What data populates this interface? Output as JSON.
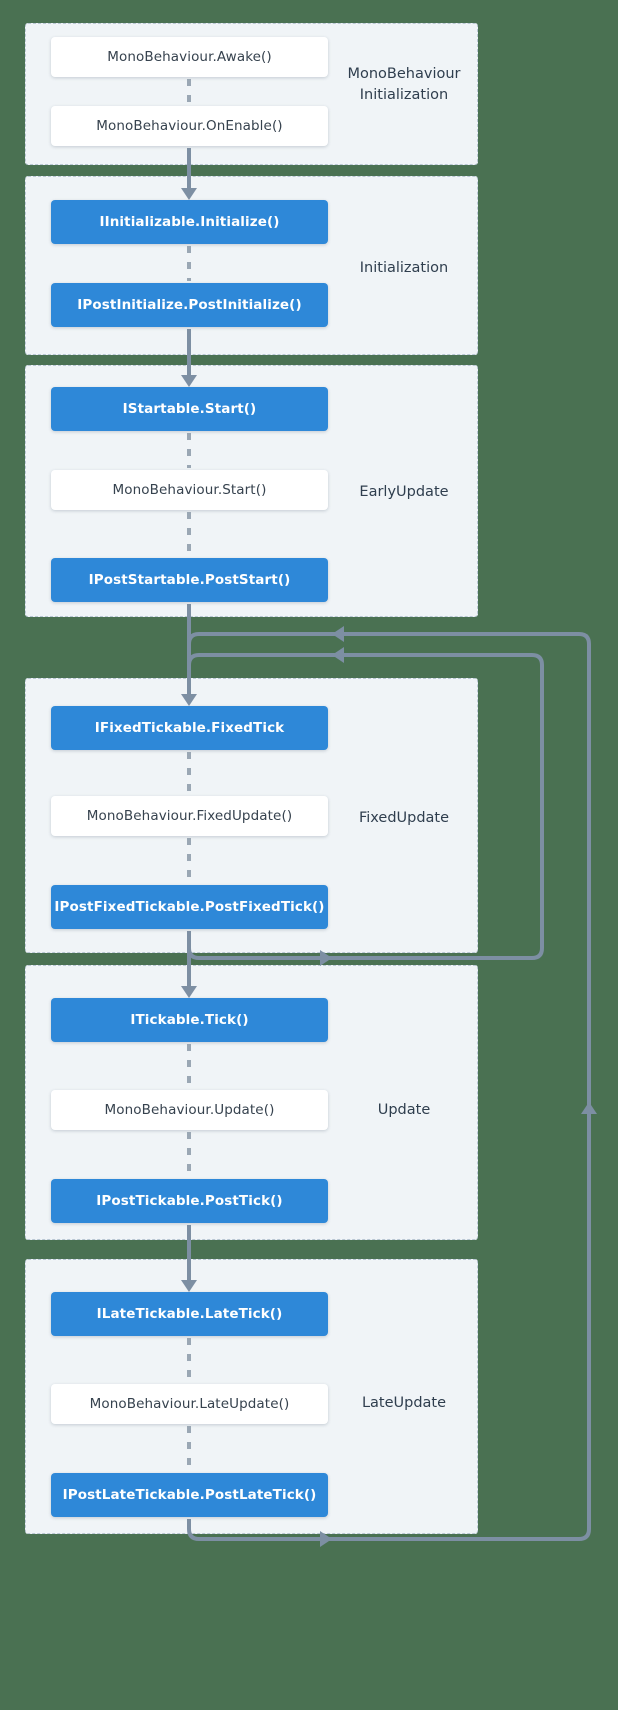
{
  "diagram": {
    "title": "Unity / Zenject execution order flow",
    "colors": {
      "background": "#4a7152",
      "phase_fill": "#f0f4f7",
      "phase_border": "#b9c7d4",
      "interface_node": "#2e88d8",
      "interface_node_text": "#ffffff",
      "mono_node": "#ffffff",
      "mono_node_text": "#36424e",
      "connector": "#7d8fa3",
      "dashed_connector": "#9aa7b4"
    },
    "phases": [
      {
        "id": "monobehaviour-initialization",
        "label": "MonoBehaviour\nInitialization",
        "nodes": [
          {
            "id": "mb-awake",
            "label": "MonoBehaviour.Awake()",
            "kind": "mono"
          },
          {
            "id": "mb-onenable",
            "label": "MonoBehaviour.OnEnable()",
            "kind": "mono"
          }
        ]
      },
      {
        "id": "initialization",
        "label": "Initialization",
        "nodes": [
          {
            "id": "iinitializable-initialize",
            "label": "IInitializable.Initialize()",
            "kind": "interface"
          },
          {
            "id": "ipostinitialize-postinit",
            "label": "IPostInitialize.PostInitialize()",
            "kind": "interface"
          }
        ]
      },
      {
        "id": "earlyupdate",
        "label": "EarlyUpdate",
        "nodes": [
          {
            "id": "istartable-start",
            "label": "IStartable.Start()",
            "kind": "interface"
          },
          {
            "id": "mb-start",
            "label": "MonoBehaviour.Start()",
            "kind": "mono"
          },
          {
            "id": "ipoststartable-poststart",
            "label": "IPostStartable.PostStart()",
            "kind": "interface"
          }
        ]
      },
      {
        "id": "fixedupdate",
        "label": "FixedUpdate",
        "nodes": [
          {
            "id": "ifixedtickable-fixedtick",
            "label": "IFixedTickable.FixedTick",
            "kind": "interface"
          },
          {
            "id": "mb-fixedupdate",
            "label": "MonoBehaviour.FixedUpdate()",
            "kind": "mono"
          },
          {
            "id": "ipostfixedtickable-postfixed",
            "label": "IPostFixedTickable.PostFixedTick()",
            "kind": "interface"
          }
        ]
      },
      {
        "id": "update",
        "label": "Update",
        "nodes": [
          {
            "id": "itickable-tick",
            "label": "ITickable.Tick()",
            "kind": "interface"
          },
          {
            "id": "mb-update",
            "label": "MonoBehaviour.Update()",
            "kind": "mono"
          },
          {
            "id": "iposttickable-posttick",
            "label": "IPostTickable.PostTick()",
            "kind": "interface"
          }
        ]
      },
      {
        "id": "lateupdate",
        "label": "LateUpdate",
        "nodes": [
          {
            "id": "ilatetickable-latetick",
            "label": "ILateTickable.LateTick()",
            "kind": "interface"
          },
          {
            "id": "mb-lateupdate",
            "label": "MonoBehaviour.LateUpdate()",
            "kind": "mono"
          },
          {
            "id": "ipostlatetickable-postlatetick",
            "label": "IPostLateTickable.PostLateTick()",
            "kind": "interface"
          }
        ]
      }
    ]
  }
}
